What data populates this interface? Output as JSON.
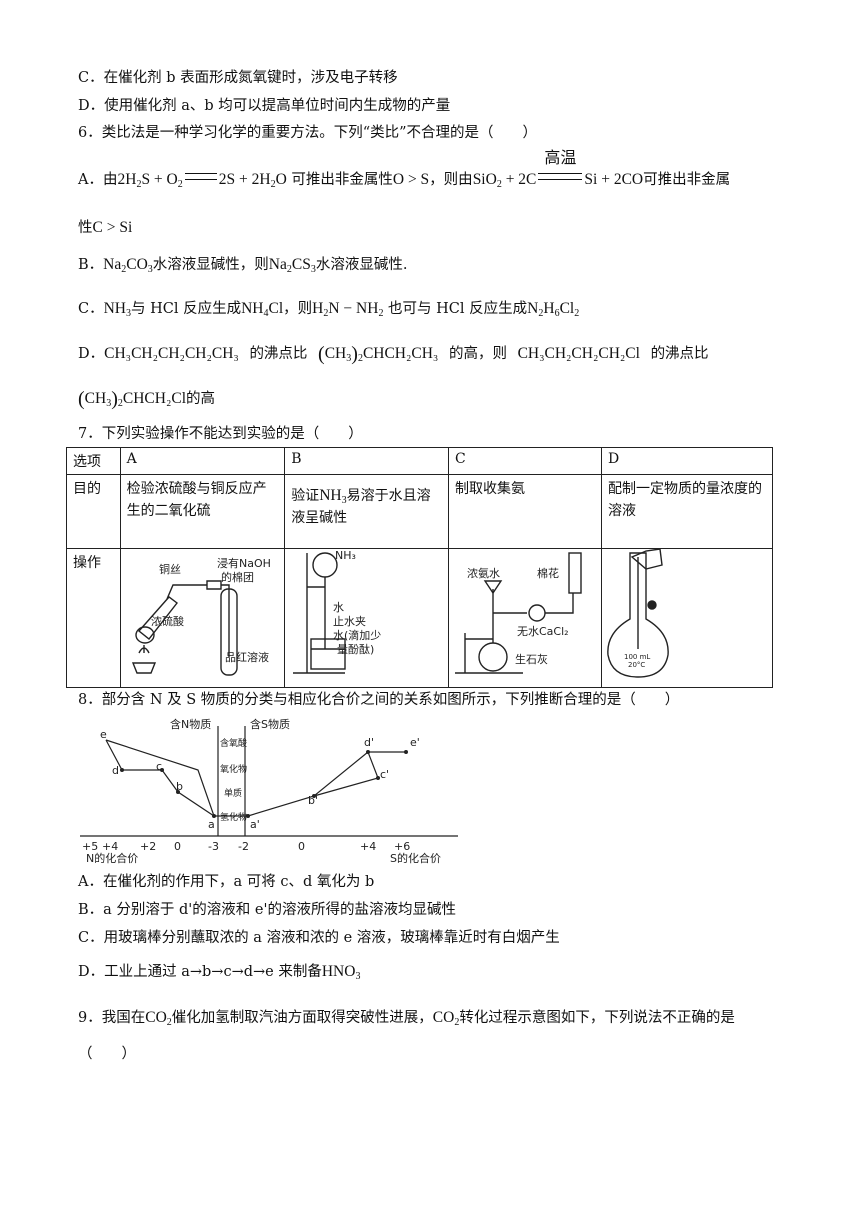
{
  "lines": {
    "q5c": "C．在催化剂 b 表面形成氮氧键时，涉及电子转移",
    "q5d": "D．使用催化剂 a、b 均可以提高单位时间内生成物的产量",
    "q6": "6．类比法是一种学习化学的重要方法。下列“类比”不合理的是（　　）",
    "q6a_pre": "A．由",
    "q6a_eq1a": "2H",
    "q6a_eq1b": "S + O",
    "q6a_eq1c": "2S + 2H",
    "q6a_eq1d": "O",
    "q6a_mid": "可推出非金属性",
    "q6a_os": "O > S",
    "q6a_mid2": "，则由",
    "q6a_eq2a": "SiO",
    "q6a_eq2b": " + 2C",
    "q6a_cond": "高温",
    "q6a_eq2c": "Si + 2CO",
    "q6a_tail": "可推出非金属",
    "q6a_line2": "性",
    "q6a_csi": "C > Si",
    "q6b_1": "B．",
    "q6b_na2co3a": "Na",
    "q6b_na2co3b": "CO",
    "q6b_2": "水溶液显碱性，则",
    "q6b_na2cs3a": "Na",
    "q6b_na2cs3b": "CS",
    "q6b_3": "水溶液显碱性.",
    "q6c_1": "C．",
    "q6c_nh3": "NH",
    "q6c_2": "与 HCl 反应生成",
    "q6c_nh4cl": "NH",
    "q6c_nh4cl_b": "Cl",
    "q6c_3": "，则",
    "q6c_h2n": "H",
    "q6c_h2n_b": "N − NH",
    "q6c_4": "也可与 HCl 反应生成",
    "q6c_n2h6": "N",
    "q6c_n2h6_b": "H",
    "q6c_n2h6_c": "Cl",
    "q6d_1": "D．",
    "q6d_pentane": "CH₃CH₂CH₂CH₂CH₃",
    "q6d_2": "的沸点比",
    "q6d_iso": "CHCH₂CH₃",
    "q6d_3": "的高，则",
    "q6d_cl": "CH₃CH₂CH₂CH₂Cl",
    "q6d_4": "的沸点比",
    "q6d_iso2": "CHCH₂Cl",
    "q6d_5": "的高",
    "q7": "7．下列实验操作不能达到实验的是（　　）",
    "q8": "8．部分含 N 及 S 物质的分类与相应化合价之间的关系如图所示，下列推断合理的是（　　）",
    "q8a": "A．在催化剂的作用下，a 可将 c、d 氧化为 b",
    "q8b": "B．a 分别溶于 d'的溶液和 e'的溶液所得的盐溶液均显碱性",
    "q8c": "C．用玻璃棒分别蘸取浓的 a 溶液和浓的 e 溶液，玻璃棒靠近时有白烟产生",
    "q8d_1": "D．工业上通过 a→b→c→d→e 来制备",
    "q8d_hno3": "HNO",
    "q9_1": "9．我国在",
    "q9_co2": "CO",
    "q9_2": "催化加氢制取汽油方面取得突破性进展，",
    "q9_3": "转化过程示意图如下，下列说法不正确的是",
    "q9_4": "（　　）"
  },
  "table": {
    "h_label": "选项",
    "h": [
      "A",
      "B",
      "C",
      "D"
    ],
    "purpose_label": "目的",
    "purpose": [
      "检验浓硫酸与铜反应产生的二氧化硫",
      "验证",
      "制取收集氨",
      "配制一定物质的量浓度的溶液"
    ],
    "purpose_b_nh3": "NH",
    "purpose_b_tail": "易溶于水且溶液呈碱性",
    "op_label": "操作",
    "a_labels": [
      "铜丝",
      "浸有NaOH",
      "的棉团",
      "浓硫酸",
      "品红溶液"
    ],
    "b_labels": [
      "NH₃",
      "水",
      "止水夹",
      "水(滴加少",
      "量酚酞)"
    ],
    "c_labels": [
      "浓氨水",
      "棉花",
      "无水CaCl₂",
      "生石灰"
    ],
    "d_labels": [
      "100 mL",
      "20°C"
    ]
  },
  "figure": {
    "n_axis_title": "含N物质",
    "s_axis_title": "含S物质",
    "categories": [
      "含氧酸",
      "氧化物",
      "单质",
      "氢化物"
    ],
    "n_ticks": [
      "+5",
      "+4",
      "+2",
      "0",
      "-3"
    ],
    "s_ticks": [
      "-2",
      "0",
      "+4",
      "+6"
    ],
    "n_axis_label": "N的化合价",
    "s_axis_label": "S的化合价",
    "points": [
      "e",
      "d",
      "c",
      "b",
      "a",
      "a'",
      "b'",
      "c'",
      "d'",
      "e'"
    ]
  },
  "sub": {
    "two": "2",
    "three": "3",
    "four": "4",
    "six": "6"
  }
}
